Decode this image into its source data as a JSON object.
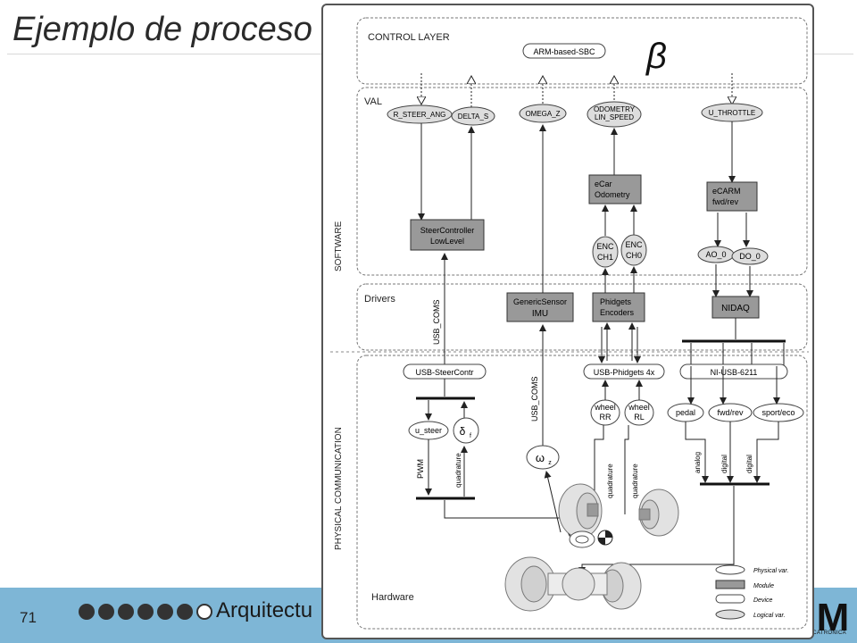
{
  "slide": {
    "title": "Ejemplo de proceso",
    "page_number": "71",
    "footer_text": "Arquitectu",
    "logo_letter": "M",
    "logo_caption": "ECATRÓNICA",
    "progress": {
      "filled": 6,
      "total": 7
    }
  },
  "diagram": {
    "beta_symbol": "β",
    "layers": {
      "control": "CONTROL LAYER",
      "val": "VAL",
      "drivers": "Drivers",
      "hardware": "Hardware",
      "software_side": "SOFTWARE",
      "physical_side": "PHYSICAL COMMUNICATION"
    },
    "nodes": {
      "sbc": "ARM-based-SBC",
      "r_steer_ang": "R_STEER_ANG",
      "delta_s": "DELTA_S",
      "omega_z": "OMEGA_Z",
      "odometry_1": "ODOMETRY",
      "odometry_2": "LIN_SPEED",
      "u_throttle": "U_THROTTLE",
      "ecar_1": "eCar",
      "ecar_2": "Odometry",
      "ecarm_1": "eCARM",
      "ecarm_2": "fwd/rev",
      "steer_1": "SteerController",
      "steer_2": "LowLevel",
      "enc1_1": "ENC",
      "enc1_2": "CH1",
      "enc0_1": "ENC",
      "enc0_2": "CH0",
      "ao0": "AO_0",
      "do0": "DO_0",
      "generic_1": "GenericSensor",
      "generic_2": "IMU",
      "phidgets_1": "Phidgets",
      "phidgets_2": "Encoders",
      "nidaq": "NIDAQ",
      "usb_steer": "USB-SteerContr",
      "usb_phidgets": "USB-Phidgets 4x",
      "ni_usb": "NI-USB-6211",
      "u_steer": "u_steer",
      "delta_f": "δ",
      "delta_f_sub": "f",
      "wheel_rr_1": "wheel",
      "wheel_rr_2": "RR",
      "wheel_rl_1": "wheel",
      "wheel_rl_2": "RL",
      "pedal": "pedal",
      "fwd_rev": "fwd/rev",
      "sport_eco": "sport/eco",
      "omega_hw": "ω",
      "omega_hw_sub": "z"
    },
    "line_labels": {
      "usb_coms_1": "USB_COMS",
      "usb_coms_2": "USB_COMS",
      "pwm": "PWM",
      "quadrature_1": "quadrature",
      "quadrature_2": "quadrature",
      "quadrature_3": "quadrature",
      "analog": "analog",
      "digital_1": "digital",
      "digital_2": "digital"
    },
    "legend": {
      "physical": "Physical var.",
      "module": "Module",
      "device": "Device",
      "logical": "Logical var."
    }
  }
}
